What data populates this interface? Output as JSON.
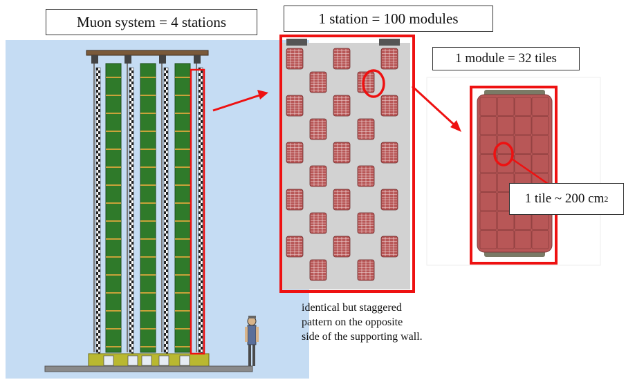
{
  "labels": {
    "muon_system": "Muon system = 4 stations",
    "station": "1 station = 100 modules",
    "module": "1 module =  32 tiles",
    "tile_prefix": "1 tile ~ 200 cm",
    "tile_sup": "2"
  },
  "note": {
    "line1": "identical but staggered",
    "line2": "pattern on the opposite",
    "line3": "side of the supporting wall."
  },
  "colors": {
    "sky": "#c5dcf3",
    "green_panel": "#2f7a2a",
    "tile_red": "#b85757",
    "highlight_red": "#ee1111",
    "station_bg": "#d2d2d2"
  }
}
